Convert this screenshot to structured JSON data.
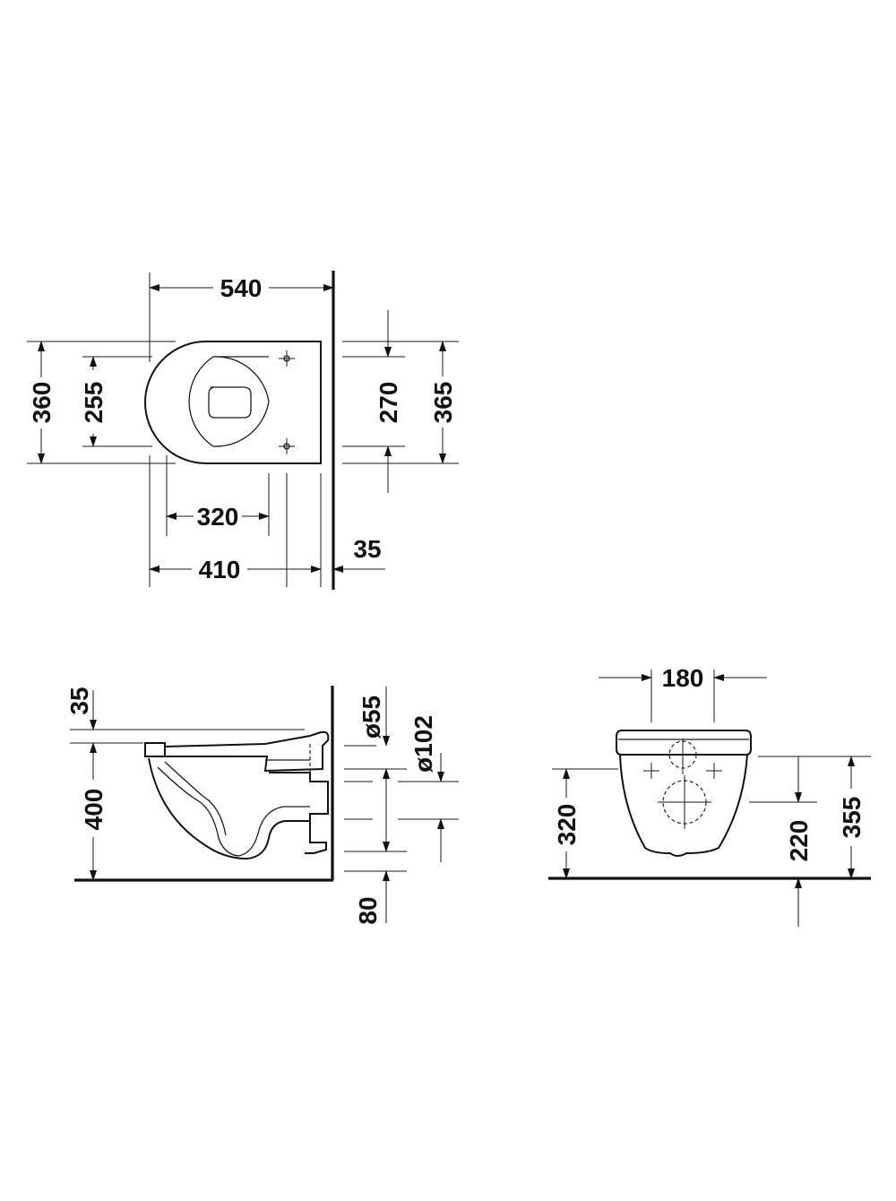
{
  "top_view": {
    "overall_length": "540",
    "overall_width": "360",
    "seat_width": "255",
    "bolt_span": "270",
    "back_width": "365",
    "bowl_to_bolt": "320",
    "bolt_to_wall": "410",
    "wall_gap": "35"
  },
  "side_view": {
    "seat_offset": "35",
    "rim_height": "400",
    "inlet_diameter": "ø55",
    "outlet_diameter": "ø102",
    "outlet_height": "80"
  },
  "front_view": {
    "bolt_spacing": "180",
    "outlet_height": "320",
    "inlet_height": "220",
    "total_height": "355"
  }
}
